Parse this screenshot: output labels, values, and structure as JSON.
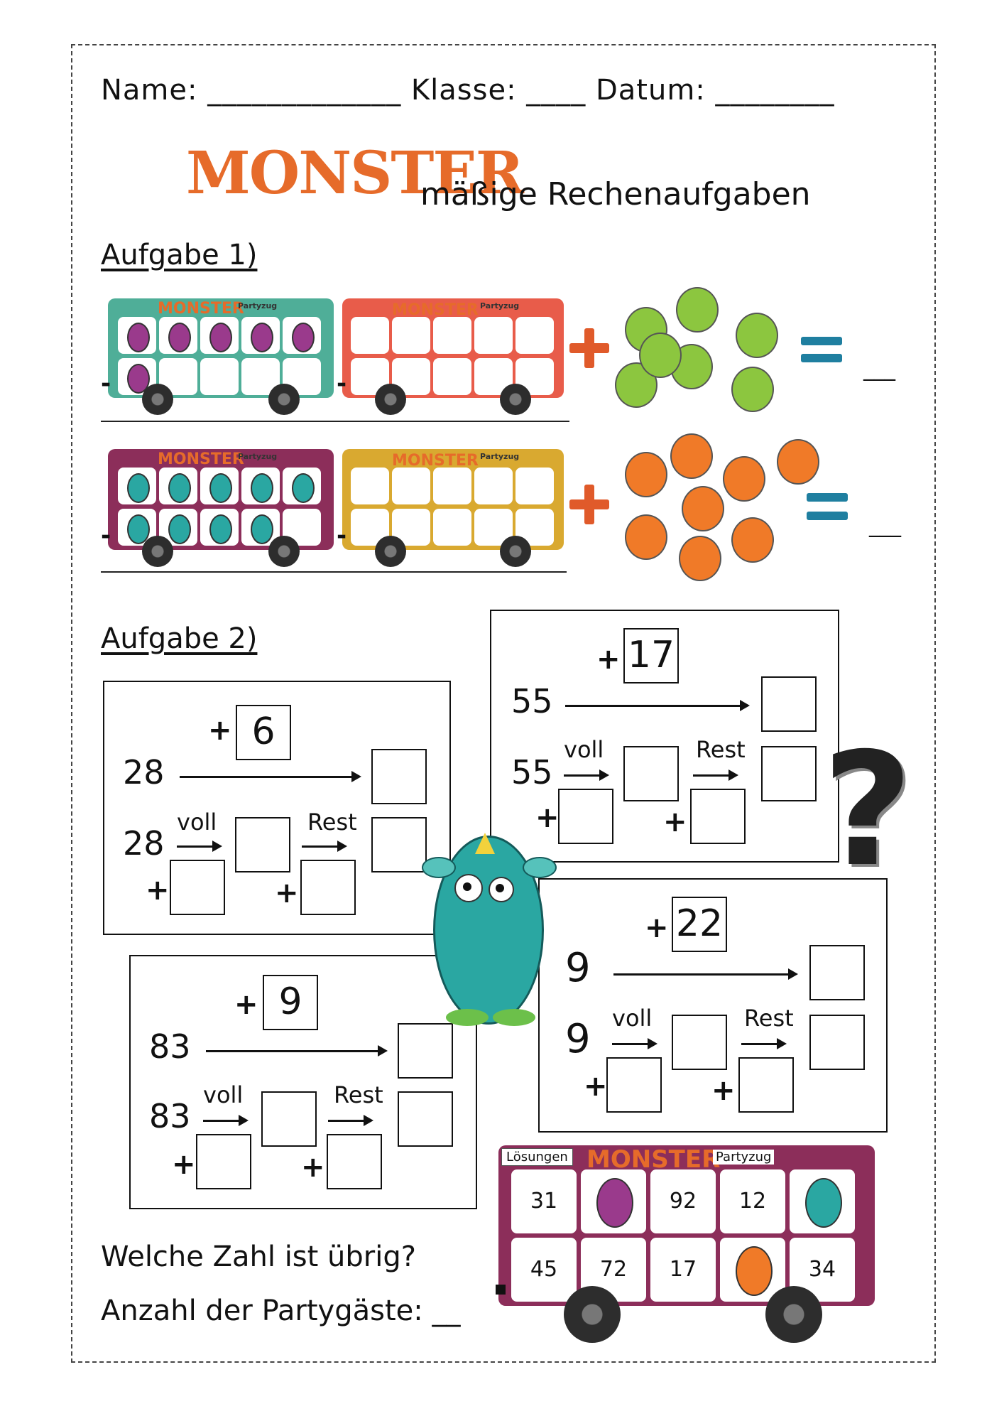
{
  "header": {
    "name_label": "Name:",
    "name_blank": "_____________",
    "class_label": "Klasse:",
    "class_blank": "____",
    "date_label": "Datum:",
    "date_blank": "________"
  },
  "title": {
    "logo_word": "MONSTER",
    "subtitle": "mäßige Rechenaufgaben"
  },
  "task1": {
    "title": "Aufgabe 1)",
    "car_label": "Partyzug",
    "logo_word": "MONSTER",
    "rows": [
      {
        "filled_monsters": 6,
        "car_colors": [
          "#4fae98",
          "#e85c4a"
        ],
        "loose_monsters": 7,
        "loose_color": "#8cc63f"
      },
      {
        "filled_monsters": 9,
        "car_colors": [
          "#8c2e5a",
          "#d9a930"
        ],
        "loose_monsters": 8,
        "loose_color": "#f07a28"
      }
    ],
    "minus": "-",
    "answer_blank": "___"
  },
  "task2": {
    "title": "Aufgabe 2)",
    "voll": "voll",
    "rest": "Rest",
    "plus": "+",
    "problems": [
      {
        "start": "28",
        "addend": "6"
      },
      {
        "start": "55",
        "addend": "17"
      },
      {
        "start": "83",
        "addend": "9"
      },
      {
        "start": "9",
        "addend": "22"
      }
    ]
  },
  "solutions": {
    "tag": "Lösungen",
    "logo_word": "MONSTER",
    "car_label": "Partyzug",
    "top_row": [
      "31",
      "",
      "92",
      "12",
      ""
    ],
    "bottom_row": [
      "45",
      "72",
      "17",
      "",
      "34"
    ]
  },
  "questions": {
    "q1": "Welche Zahl ist übrig?",
    "q2": "Anzahl der Partygäste:",
    "q2_blank": "__"
  }
}
